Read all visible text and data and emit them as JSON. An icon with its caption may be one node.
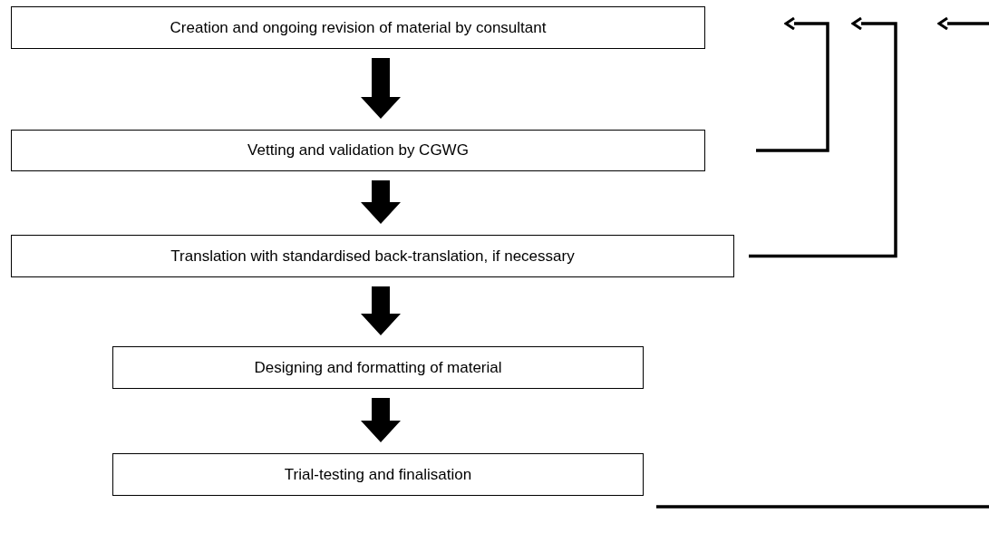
{
  "diagram": {
    "nodes": [
      {
        "text": [
          "Creation and ongoing revision of material by consultant"
        ]
      },
      {
        "text": [
          "Vetting and validation by CGWG"
        ]
      },
      {
        "text": [
          "Translation with standardised back-translation, if necessary"
        ]
      },
      {
        "text": [
          "Designing and formatting of material"
        ]
      },
      {
        "text": [
          "Trial-testing and finalisation"
        ]
      }
    ],
    "edges": [
      {
        "from": 0,
        "to": 1,
        "arrow": "to"
      },
      {
        "from": 1,
        "to": 2,
        "arrow": "to"
      },
      {
        "from": 2,
        "to": 3,
        "arrow": "to"
      },
      {
        "from": 3,
        "to": 4,
        "arrow": "to"
      },
      {
        "from": 1,
        "to": null,
        "arrow": "to"
      },
      {
        "from": 2,
        "to": null,
        "arrow": "to"
      },
      {
        "from": 4,
        "to": null,
        "arrow": "to"
      }
    ]
  }
}
